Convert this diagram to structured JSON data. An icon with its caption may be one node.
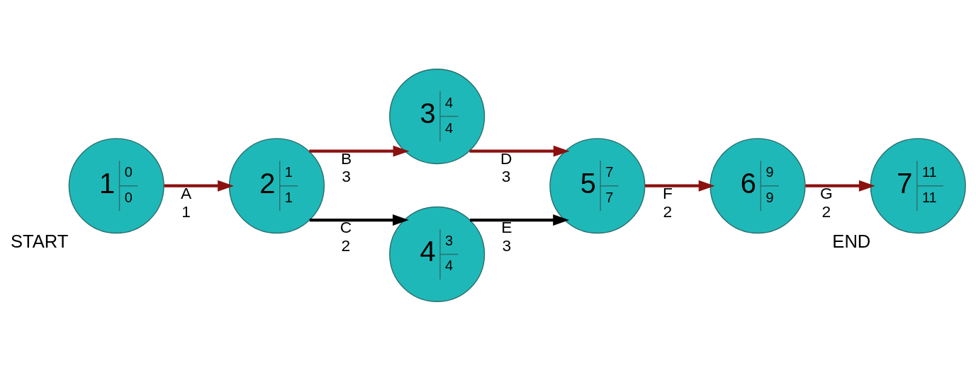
{
  "diagram": {
    "nodes": [
      {
        "text": [
          "1",
          "0",
          "0"
        ],
        "beside": [
          "START"
        ]
      },
      {
        "text": [
          "2",
          "1",
          "1"
        ]
      },
      {
        "text": [
          "3",
          "4",
          "4"
        ]
      },
      {
        "text": [
          "4",
          "3",
          "4"
        ]
      },
      {
        "text": [
          "5",
          "7",
          "7"
        ]
      },
      {
        "text": [
          "6",
          "9",
          "9"
        ]
      },
      {
        "text": [
          "7",
          "11",
          "11"
        ],
        "beside": [
          "END"
        ]
      }
    ],
    "edges": [
      {
        "from": 0,
        "to": 1,
        "arrow": "to",
        "label": "A 1"
      },
      {
        "from": 1,
        "to": 2,
        "arrow": "to",
        "label": "B 3"
      },
      {
        "from": 1,
        "to": 3,
        "arrow": "to",
        "label": "C 2",
        "color": "#000000"
      },
      {
        "from": 2,
        "to": 4,
        "arrow": "to",
        "label": "D 3"
      },
      {
        "from": 3,
        "to": 4,
        "arrow": "to",
        "label": "E 3",
        "color": "#000000"
      },
      {
        "from": 4,
        "to": 5,
        "arrow": "to",
        "label": "F 2"
      },
      {
        "from": 5,
        "to": 6,
        "arrow": "to",
        "label": "G 2"
      }
    ]
  }
}
